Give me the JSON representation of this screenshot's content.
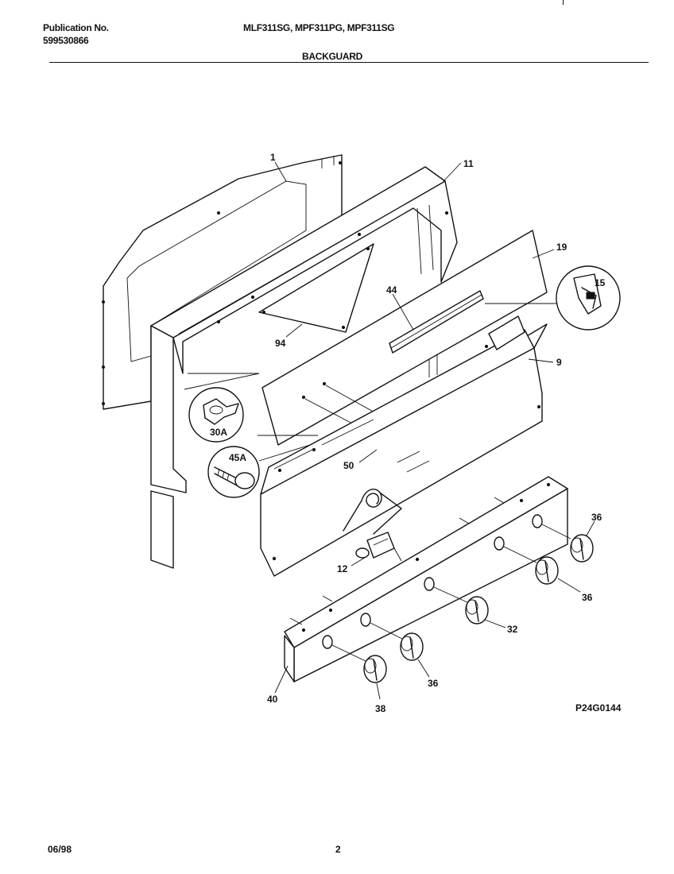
{
  "header": {
    "publication_label": "Publication No.",
    "publication_number": "599530866",
    "models": "MLF311SG, MPF311PG, MPF311SG",
    "section_title": "BACKGUARD"
  },
  "diagram": {
    "code": "P24G0144",
    "part_callouts": {
      "p1": "1",
      "p11": "11",
      "p19": "19",
      "p15": "15",
      "p44": "44",
      "p94": "94",
      "p9": "9",
      "p30a": "30A",
      "p45a": "45A",
      "p50": "50",
      "p12": "12",
      "p36a": "36",
      "p36b": "36",
      "p32": "32",
      "p36c": "36",
      "p38": "38",
      "p40": "40"
    }
  },
  "footer": {
    "date": "06/98",
    "page": "2"
  }
}
